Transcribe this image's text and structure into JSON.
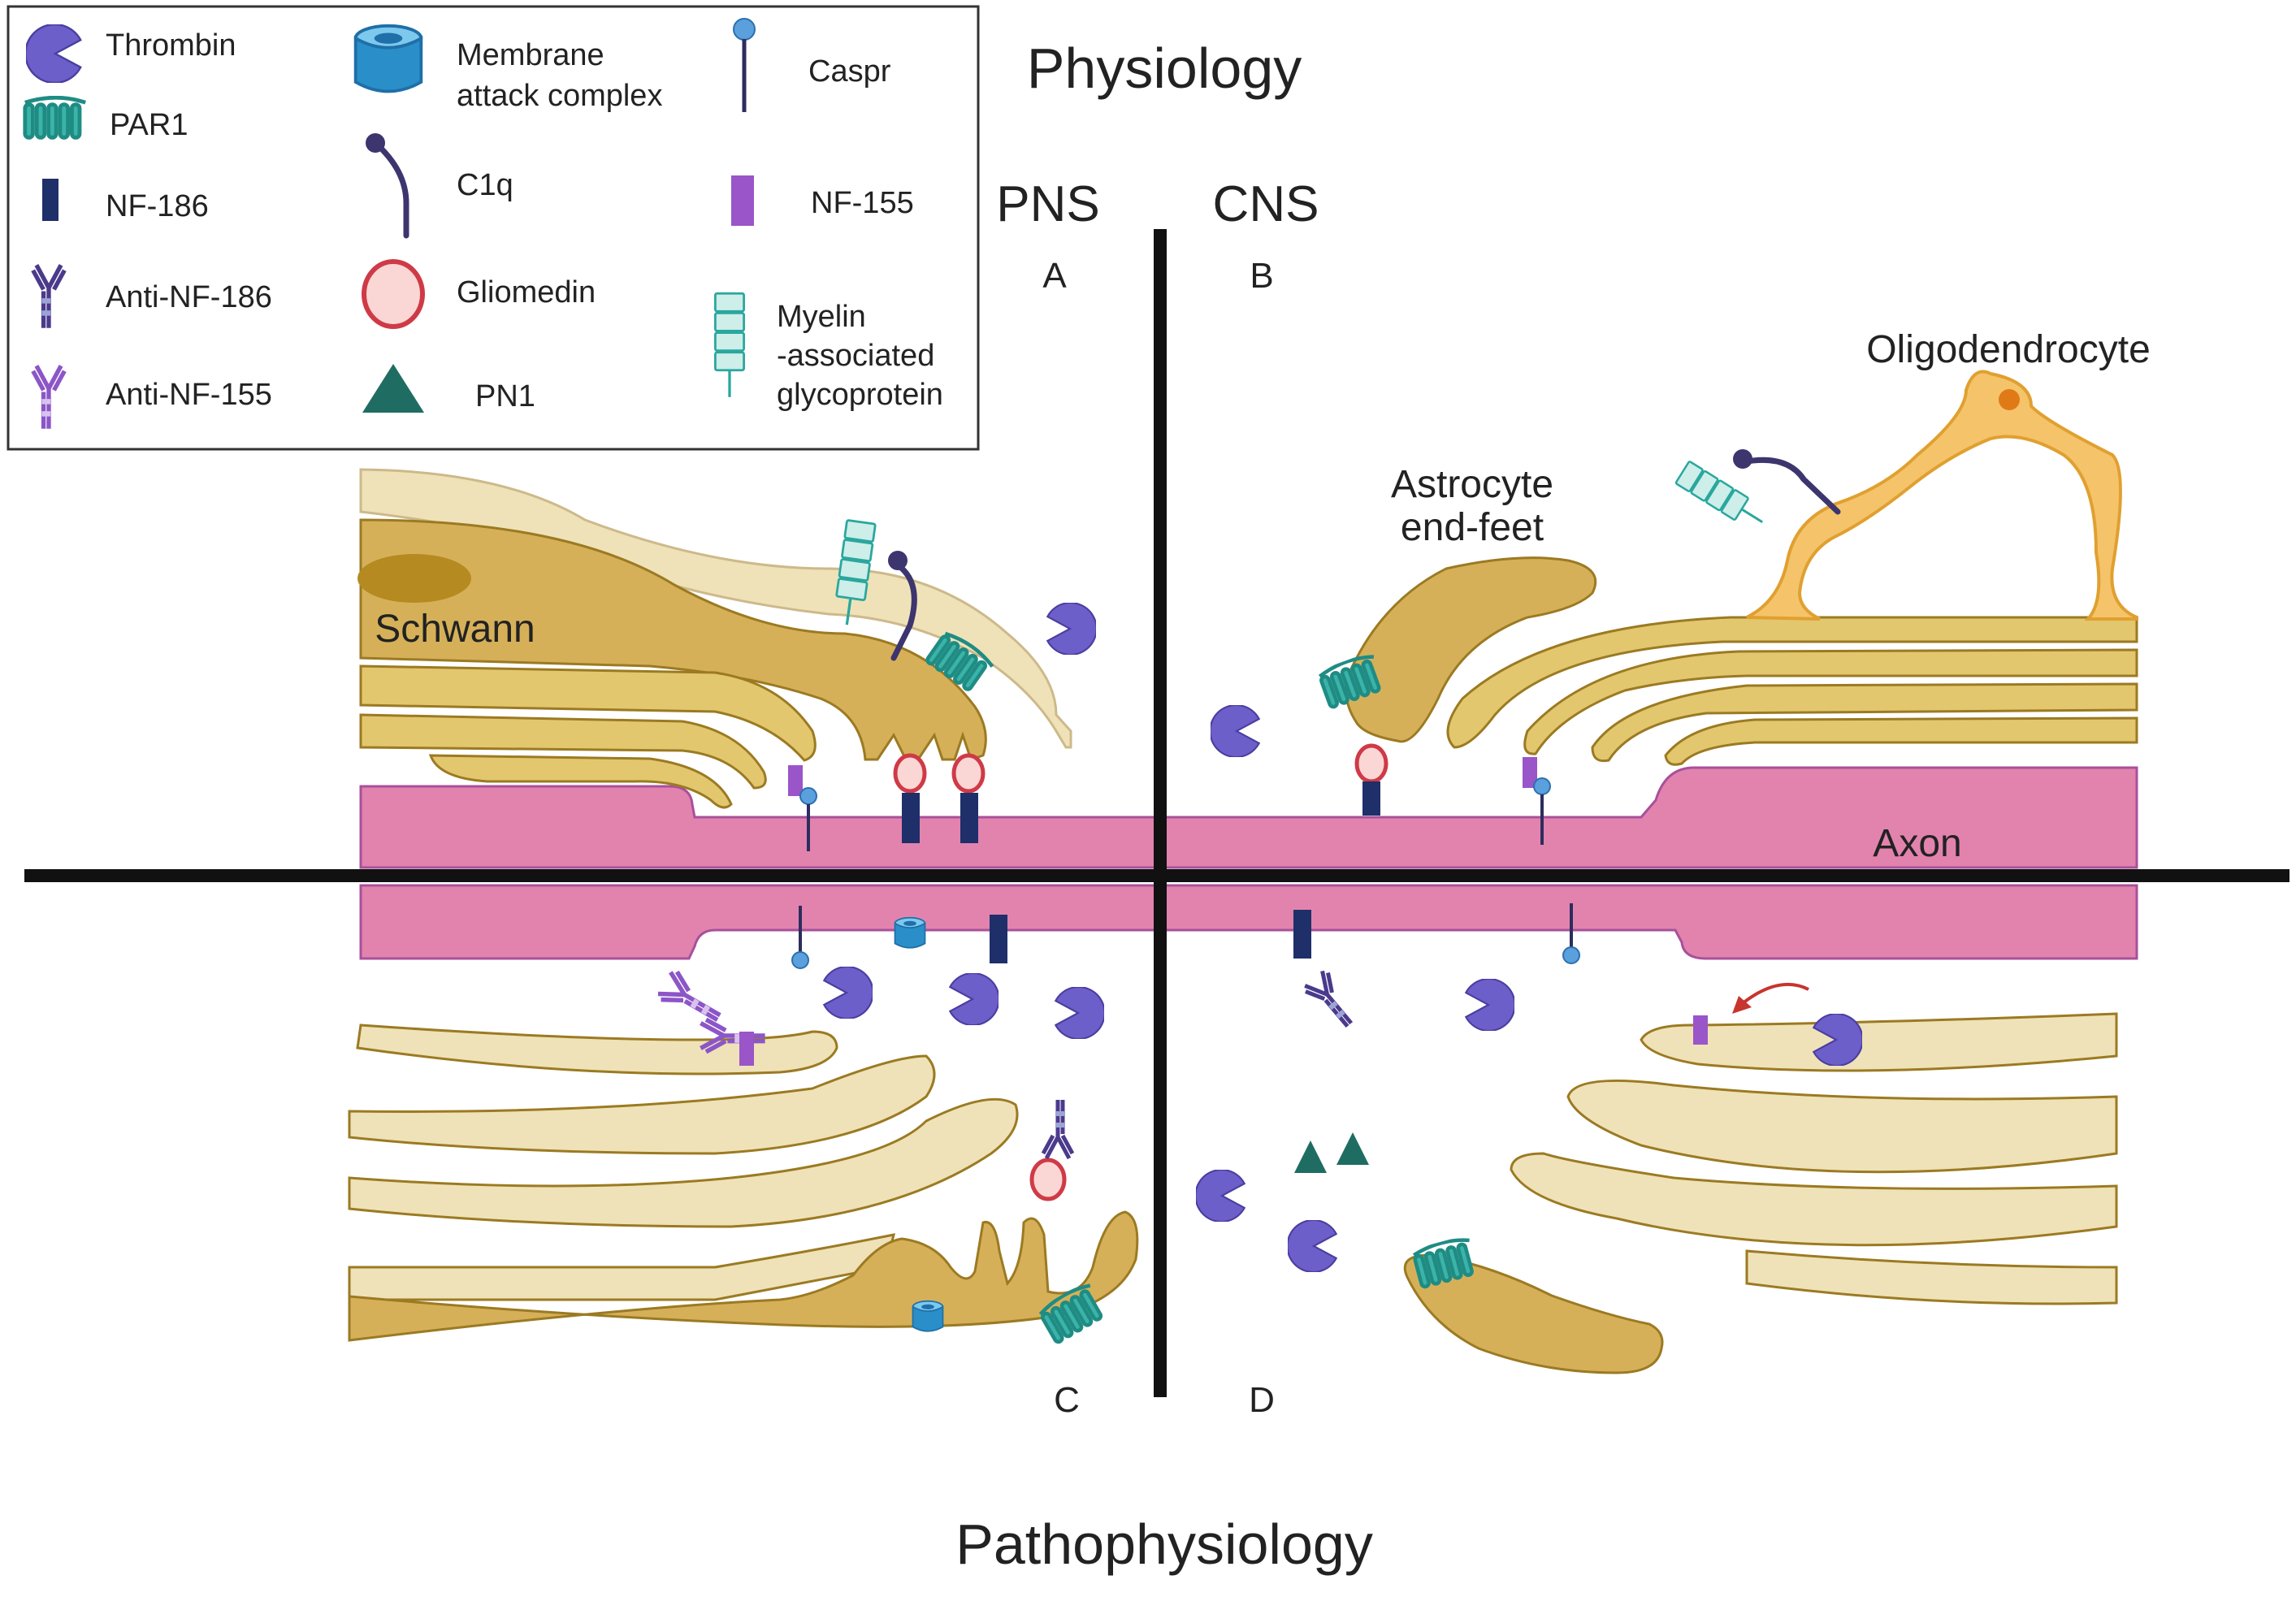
{
  "titles": {
    "top": "Physiology",
    "bottom": "Pathophysiology",
    "left_section": "PNS",
    "right_section": "CNS"
  },
  "quadrants": {
    "a": "A",
    "b": "B",
    "c": "C",
    "d": "D"
  },
  "legend": {
    "thrombin": "Thrombin",
    "par1": "PAR1",
    "nf186": "NF-186",
    "anti_nf186": "Anti-NF-186",
    "anti_nf155": "Anti-NF-155",
    "mac_line1": "Membrane",
    "mac_line2": "attack complex",
    "c1q": "C1q",
    "gliomedin": "Gliomedin",
    "pn1": "PN1",
    "caspr": "Caspr",
    "nf155": "NF-155",
    "mag_line1": "Myelin",
    "mag_line2": "-associated",
    "mag_line3": "glycoprotein"
  },
  "labels": {
    "schwann": "Schwann",
    "astro_line1": "Astrocyte",
    "astro_line2": "end-feet",
    "oligo": "Oligodendrocyte",
    "axon": "Axon"
  },
  "colors": {
    "axon": "#e283ae",
    "axon_edge": "#a8509a",
    "myelin": "#e3c76e",
    "myelin_edge": "#9b7a22",
    "myelin_pale": "#efe2b8",
    "schwann_body": "#d6b059",
    "oligodendrocyte": "#f5c36a",
    "thrombin": "#6d5fca",
    "par1": "#2aa79e",
    "nf186": "#1e2f6a",
    "nf155": "#9a55c8",
    "antibody": "#4b3a8c",
    "pn1": "#1f6d62",
    "gliomedin": "#cf3a47",
    "mac": "#2a8fc8",
    "divider": "#111111"
  },
  "icons": [
    "thrombin-icon",
    "par1-icon",
    "nf186-icon",
    "anti-nf186-icon",
    "anti-nf155-icon",
    "mac-icon",
    "c1q-icon",
    "gliomedin-icon",
    "pn1-icon",
    "caspr-icon",
    "nf155-icon",
    "mag-icon"
  ]
}
